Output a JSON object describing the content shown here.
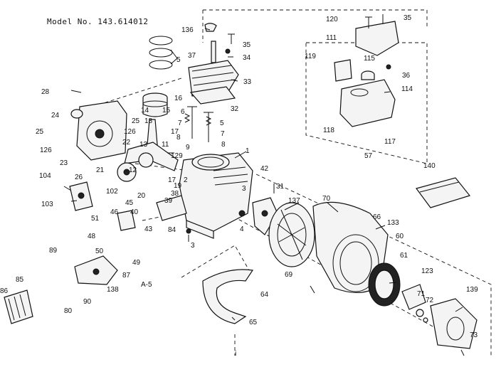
{
  "header": {
    "model": "Model No. 143.614012"
  },
  "figure_code": "A-5",
  "page_marker": "i",
  "callouts": [
    "1",
    "2",
    "3",
    "3",
    "4",
    "5",
    "5",
    "6",
    "7",
    "7",
    "8",
    "8",
    "9",
    "11",
    "12",
    "13",
    "14",
    "15",
    "16",
    "17",
    "17",
    "18",
    "19",
    "20",
    "21",
    "22",
    "23",
    "24",
    "25",
    "25",
    "26",
    "28",
    "31",
    "32",
    "33",
    "34",
    "35",
    "35",
    "36",
    "37",
    "38",
    "39",
    "40",
    "42",
    "43",
    "45",
    "46",
    "48",
    "49",
    "50",
    "51",
    "57",
    "60",
    "61",
    "64",
    "65",
    "66",
    "69",
    "70",
    "71",
    "72",
    "73",
    "80",
    "84",
    "85",
    "86",
    "87",
    "89",
    "90",
    "102",
    "103",
    "104",
    "111",
    "114",
    "115",
    "117",
    "118",
    "119",
    "120",
    "123",
    "126",
    "126",
    "129",
    "133",
    "136",
    "137",
    "138",
    "139",
    "140"
  ]
}
